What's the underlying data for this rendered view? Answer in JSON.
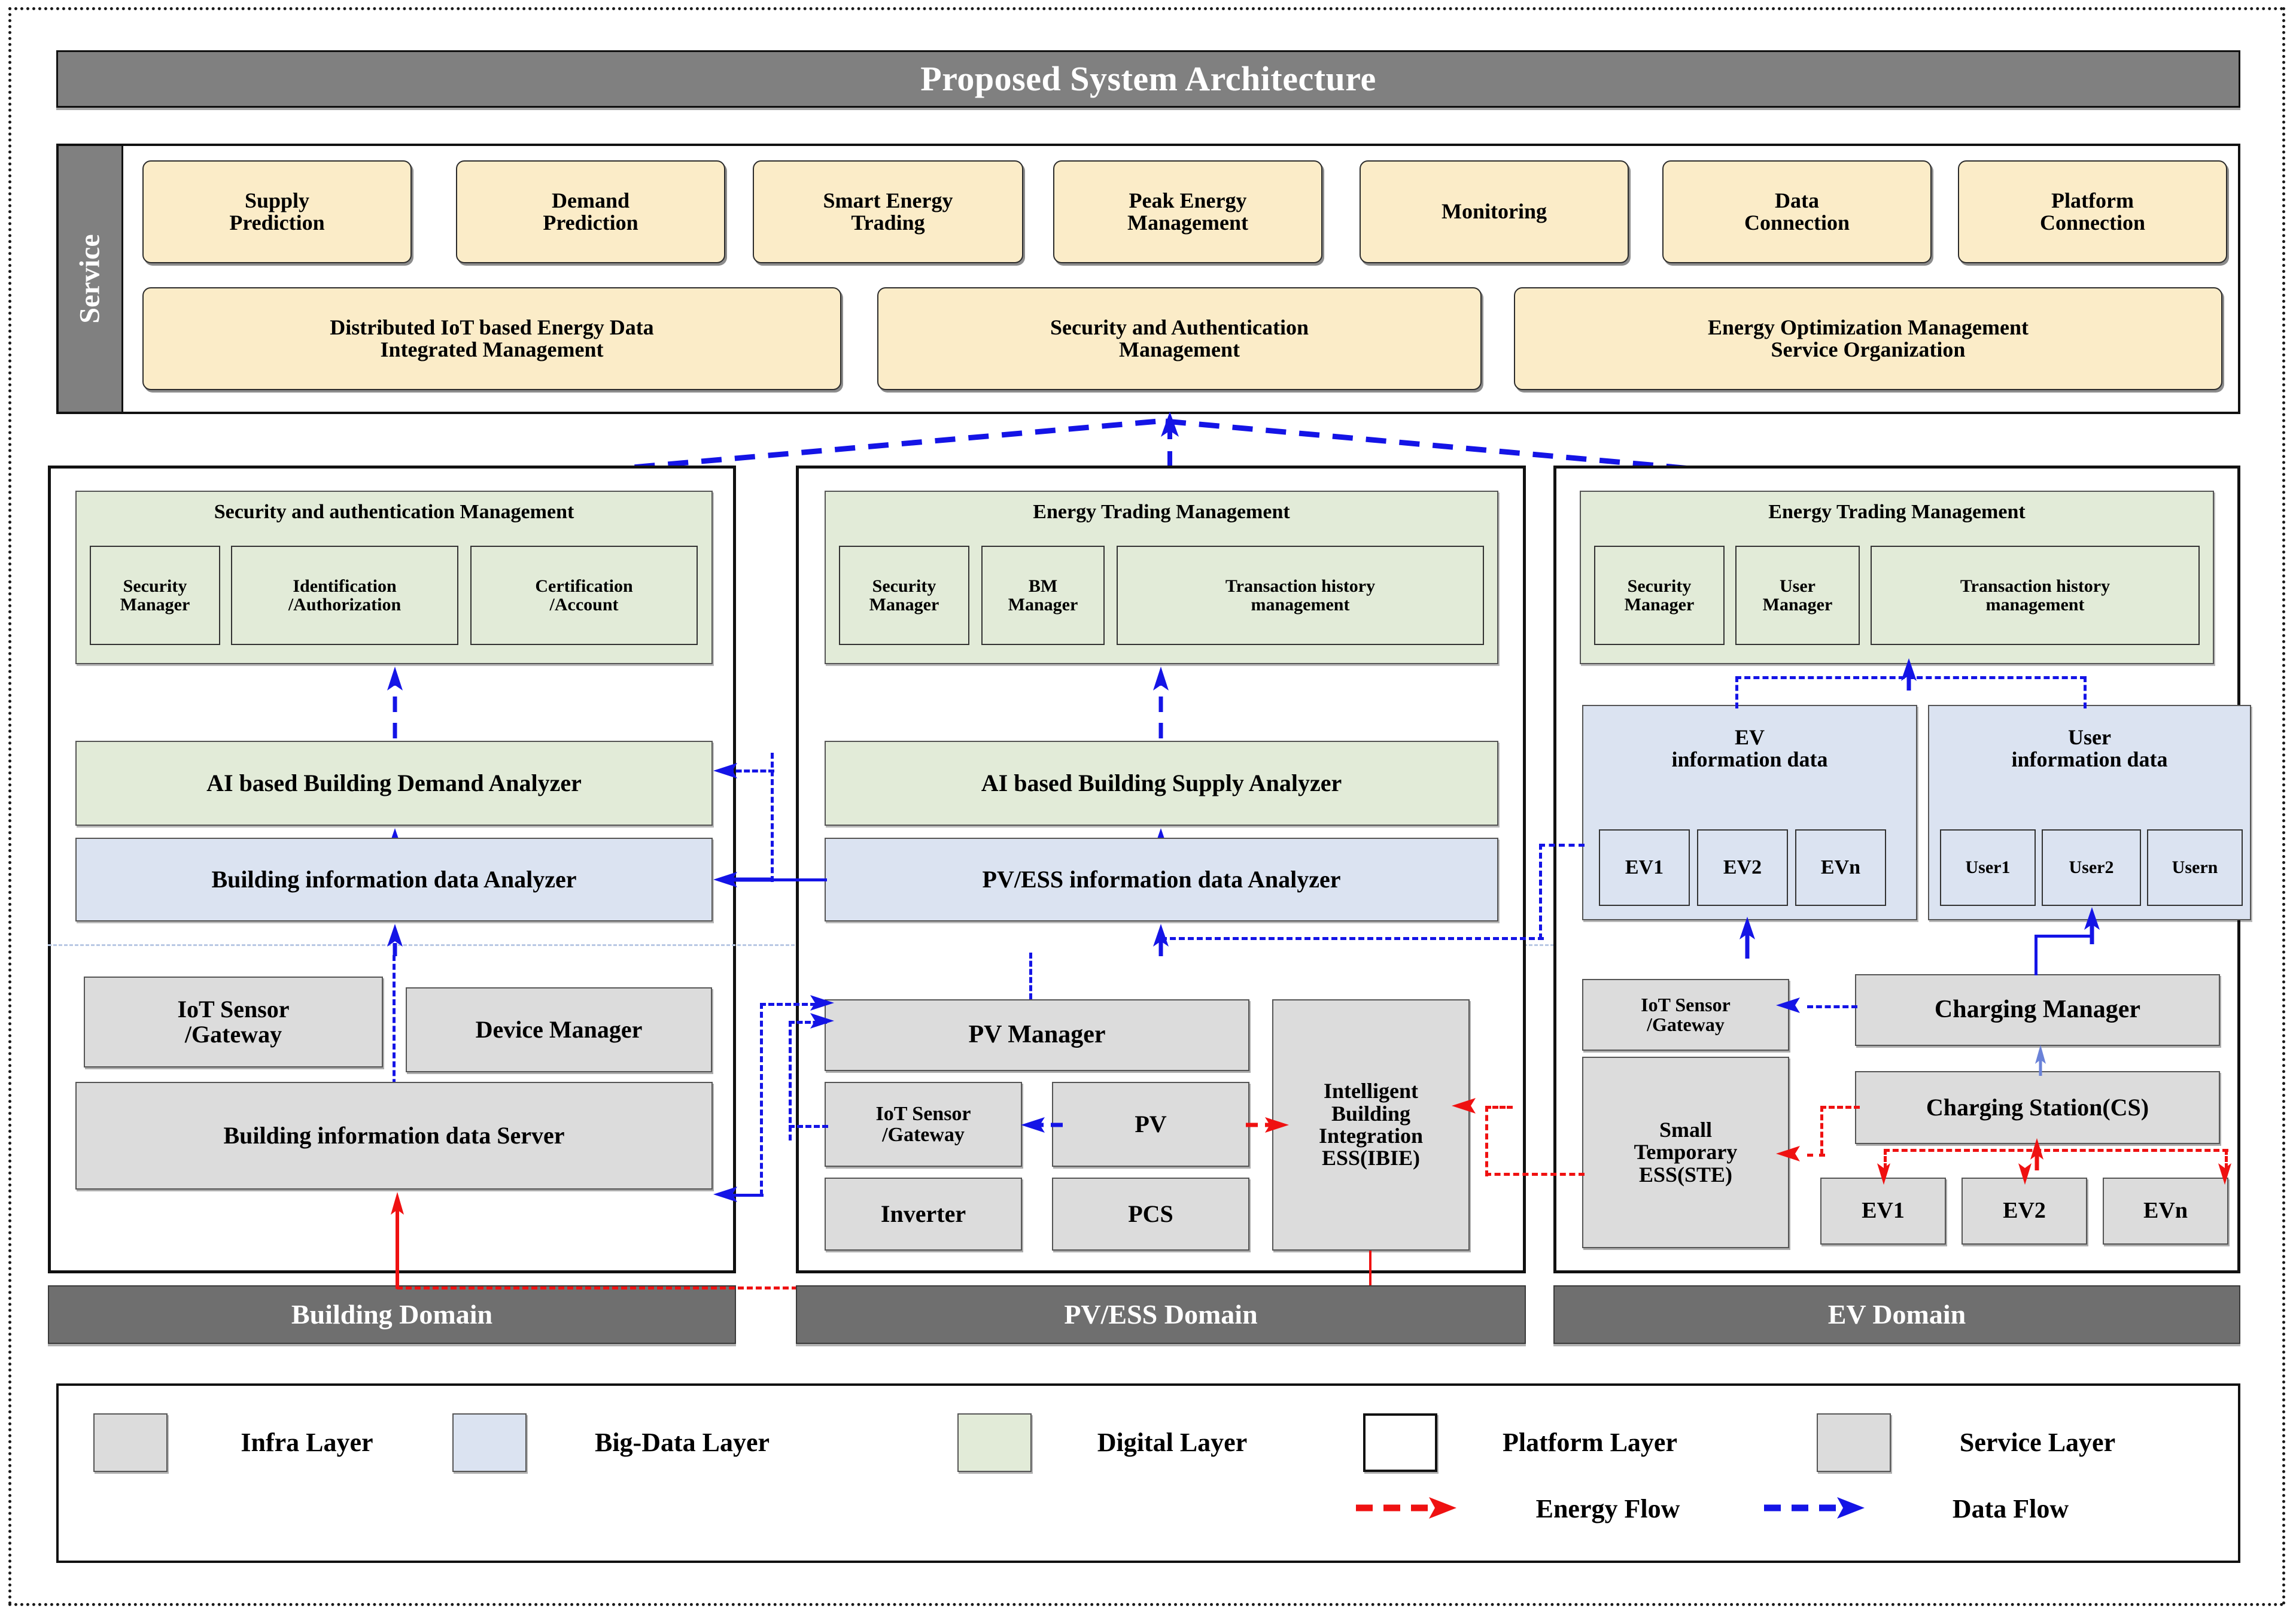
{
  "title": "Proposed System Architecture",
  "service": {
    "tab_label": "Service",
    "row1": [
      "Supply\nPrediction",
      "Demand\nPrediction",
      "Smart Energy\nTrading",
      "Peak Energy\nManagement",
      "Monitoring",
      "Data\nConnection",
      "Platform\nConnection"
    ],
    "row2": [
      "Distributed IoT based Energy Data\nIntegrated Management",
      "Security and Authentication\nManagement",
      "Energy Optimization Management\nService Organization"
    ]
  },
  "domains": [
    {
      "name": "Building Domain",
      "digital_group_title": "Security and authentication Management",
      "digital_group_items": [
        "Security\nManager",
        "Identification\n/Authorization",
        "Certification\n/Account"
      ],
      "analyzer_digital": "AI based Building Demand Analyzer",
      "analyzer_bigdata": "Building information data Analyzer",
      "infra": [
        "IoT Sensor\n/Gateway",
        "Device Manager",
        "Building information data Server"
      ]
    },
    {
      "name": "PV/ESS Domain",
      "digital_group_title": "Energy Trading Management",
      "digital_group_items": [
        "Security\nManager",
        "BM\nManager",
        "Transaction history\nmanagement"
      ],
      "analyzer_digital": "AI based Building Supply Analyzer",
      "analyzer_bigdata": "PV/ESS information data Analyzer",
      "infra": [
        "PV Manager",
        "IoT Sensor\n/Gateway",
        "PV",
        "Inverter",
        "PCS",
        "Intelligent\nBuilding\nIntegration\nESS(IBIE)"
      ]
    },
    {
      "name": "EV Domain",
      "digital_group_title": "Energy Trading Management",
      "digital_group_items": [
        "Security\nManager",
        "User\nManager",
        "Transaction history\nmanagement"
      ],
      "bigdata_groups": [
        {
          "title": "EV\ninformation data",
          "items": [
            "EV1",
            "EV2",
            "EVn"
          ]
        },
        {
          "title": "User\ninformation data",
          "items": [
            "User1",
            "User2",
            "Usern"
          ]
        }
      ],
      "infra": [
        "IoT Sensor\n/Gateway",
        "Small\nTemporary\nESS(STE)",
        "Charging Manager",
        "Charging Station(CS)",
        "EV1",
        "EV2",
        "EVn"
      ]
    }
  ],
  "legend": {
    "layers": [
      {
        "label": "Infra Layer",
        "color": "#dcdcdc"
      },
      {
        "label": "Big-Data Layer",
        "color": "#dbe3f1"
      },
      {
        "label": "Digital Layer",
        "color": "#e2ebd8"
      },
      {
        "label": "Platform Layer",
        "color": "#ffffff"
      },
      {
        "label": "Service Layer",
        "color": "#dcdcdc"
      }
    ],
    "flows": [
      {
        "label": "Energy Flow",
        "color": "#ef1111"
      },
      {
        "label": "Data Flow",
        "color": "#1414e6"
      }
    ]
  },
  "colors": {
    "service_box": "#fbecc8",
    "digital_layer": "#e2ebd8",
    "bigdata_layer": "#dbe3f1",
    "infra_layer": "#dcdcdc",
    "header_gray": "#808080",
    "energy_flow": "#ef1111",
    "data_flow": "#1414e6"
  }
}
